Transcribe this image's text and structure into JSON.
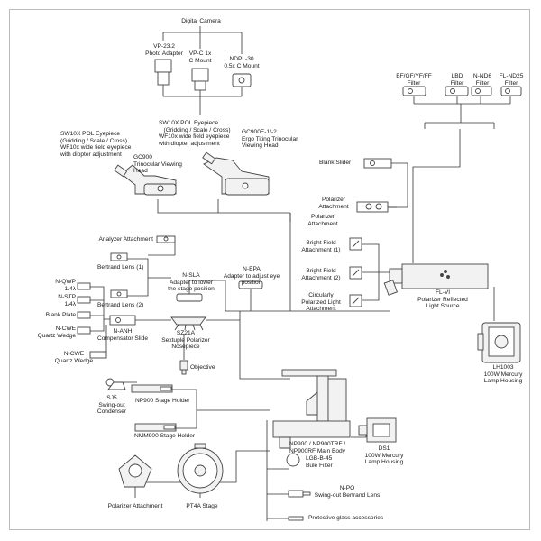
{
  "colors": {
    "line": "#333333",
    "part": "#444444",
    "fill": "#e6e6e6",
    "frame": "#bbbbbb"
  },
  "labels": {
    "digital_camera": "Digital Camera",
    "vp232": "VP-23.2\nPhoto Adapter",
    "vpc": "VP-C 1x\nC Mount",
    "ndpl30": "NDPL-30\n0.5x C Mount",
    "filters": {
      "bfgf": "BF/GF/YF/FF\nFilter",
      "lbd": "LBD\nFilter",
      "nnd6": "N-ND6\nFilter",
      "flnd25": "FL-ND25\nFilter"
    },
    "sw10x_right": "SW10X POL Eyepiece\n   (Gridding / Scale / Cross)\nWF10x wide field eyepiece\nwith diopter adjustment",
    "sw10x_left": "SW10X POL Eyepiece\n(Gridding / Scale / Cross)\nWF10x wide field eyepiece\nwith diopter adjustment",
    "gc900e": "GC900E-1/-2\nErgo Titing Trinocular\nViewing Head",
    "gc900": "GC900\nTrinocular Viewing\nHead",
    "blank_slider": "Blank Slider",
    "polarizer_att_top": "Polarizer\nAttachment",
    "polarizer_att_mid": "Polarizer\nAttachment",
    "analyzer": "Analyzer Attachment",
    "bright_field_1": "Bright Field\nAttachment (1)",
    "bright_field_2": "Bright Field\nAttachment (2)",
    "circ_pol": "Circularly\nPolarized Light\nAttachment",
    "bertrand1": "Bertrand Lens (1)",
    "bertrand2": "Bertrand Lens (2)",
    "nsla": "N-SLA\nAdapter to lower\nthe stage position",
    "nepa": "N-EPA\nAdapter to adjust eye\nposition",
    "flvi": "FL-VI\nPolarizer Reflected\nLight Source",
    "nqwp": "N-QWP\n1/4λ",
    "nstp": "N-STP\n1/4λ",
    "blank_plate": "Blank Plate",
    "ncwe1": "N-CWE\nQuartz Wedge",
    "nanh": "N-ANH\nCompensator Slide",
    "sz21a": "SZ21A\nSextuple Polarizer\nNosepiece",
    "ncwe2": "N-CWE\nQuartz Wedge",
    "objective": "Objective",
    "lh1003": "LH1003\n100W Mercury\nLamp Housing",
    "sj5": "SJ5\nSwing-out\nCondenser",
    "np900_holder": "NP900 Stage Holder",
    "nmm900": "NMM900 Stage Holder",
    "np900_body": "NP900 / NP900TRF /\nNP900RF Main Body",
    "ds1": "DS1\n100W Mercury\nLamp Housing",
    "lgb": "LGB-B-45\nBule Filter",
    "npo": "N-PO\nSwing-out Bertrand Lens",
    "protective": "Protective glass accessories",
    "polarizer_bottom": "Polarizer Attachment",
    "pt4a": "PT4A Stage"
  }
}
